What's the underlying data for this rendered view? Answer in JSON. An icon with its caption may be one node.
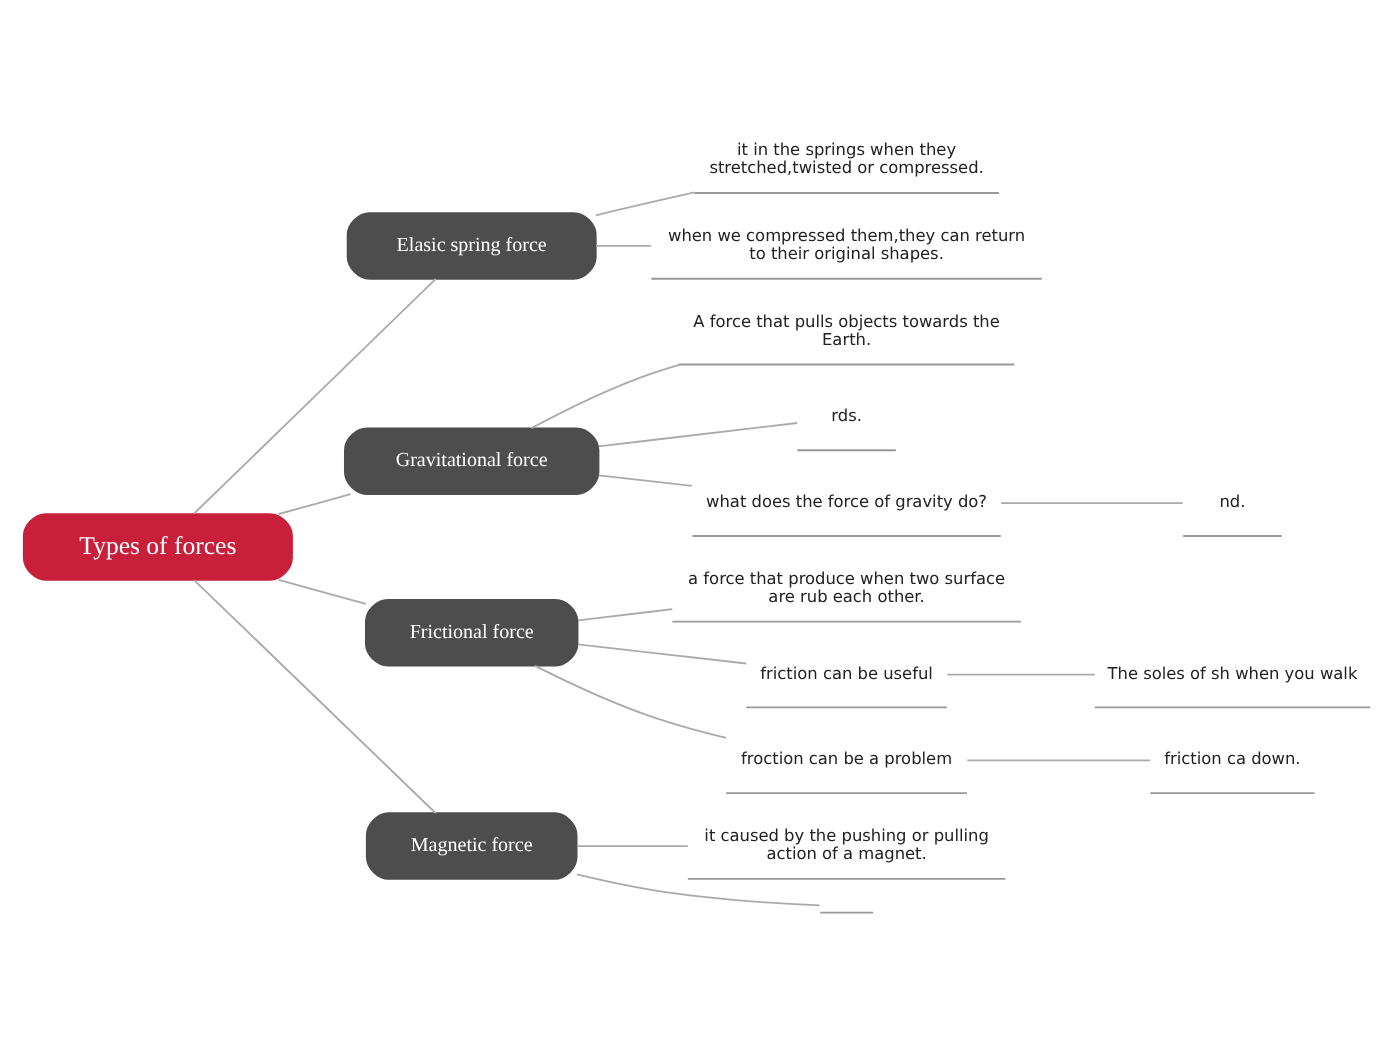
{
  "diagram": {
    "nodes": [
      {
        "text": [
          "Types of forces"
        ]
      },
      {
        "text": [
          "Elasic spring force"
        ]
      },
      {
        "text": [
          "it in the springs when they stretched,twisted or compressed."
        ]
      },
      {
        "text": [
          "when we compressed them,they can return to their original shapes."
        ]
      },
      {
        "text": [
          "Gravitational force"
        ]
      },
      {
        "text": [
          "A force that pulls objects towards the Earth."
        ]
      },
      {
        "text": [
          "rds."
        ]
      },
      {
        "text": [
          "what does the force of gravity do?"
        ]
      },
      {
        "text": [
          "nd."
        ]
      },
      {
        "text": [
          "Frictional force"
        ]
      },
      {
        "text": [
          "a force that produce when two surface are rub each other."
        ]
      },
      {
        "text": [
          "friction can be useful"
        ]
      },
      {
        "text": [
          "The soles of sh when you walk"
        ]
      },
      {
        "text": [
          "froction can be a problem"
        ]
      },
      {
        "text": [
          "friction ca down."
        ]
      },
      {
        "text": [
          "Magnetic force"
        ]
      },
      {
        "text": [
          "it caused by the pushing or pulling action of a magnet."
        ]
      },
      {
        "text": [],
        "shape": "bar"
      }
    ],
    "edges": [
      {
        "from": 0,
        "to": 1,
        "arrow": "none"
      },
      {
        "from": 0,
        "to": 4,
        "arrow": "none"
      },
      {
        "from": 0,
        "to": 9,
        "arrow": "none"
      },
      {
        "from": 0,
        "to": 15,
        "arrow": "none"
      },
      {
        "from": 1,
        "to": 2,
        "arrow": "none"
      },
      {
        "from": 1,
        "to": 3,
        "arrow": "none"
      },
      {
        "from": 4,
        "to": 5,
        "arrow": "none"
      },
      {
        "from": 4,
        "to": 6,
        "arrow": "none"
      },
      {
        "from": 4,
        "to": 7,
        "arrow": "none"
      },
      {
        "from": 7,
        "to": 8,
        "arrow": "none"
      },
      {
        "from": 9,
        "to": 10,
        "arrow": "none"
      },
      {
        "from": 9,
        "to": 11,
        "arrow": "none"
      },
      {
        "from": 11,
        "to": 12,
        "arrow": "none"
      },
      {
        "from": 9,
        "to": 13,
        "arrow": "none"
      },
      {
        "from": 13,
        "to": 14,
        "arrow": "none"
      },
      {
        "from": 15,
        "to": 16,
        "arrow": "none"
      },
      {
        "from": 15,
        "to": 17,
        "arrow": "none"
      }
    ]
  }
}
